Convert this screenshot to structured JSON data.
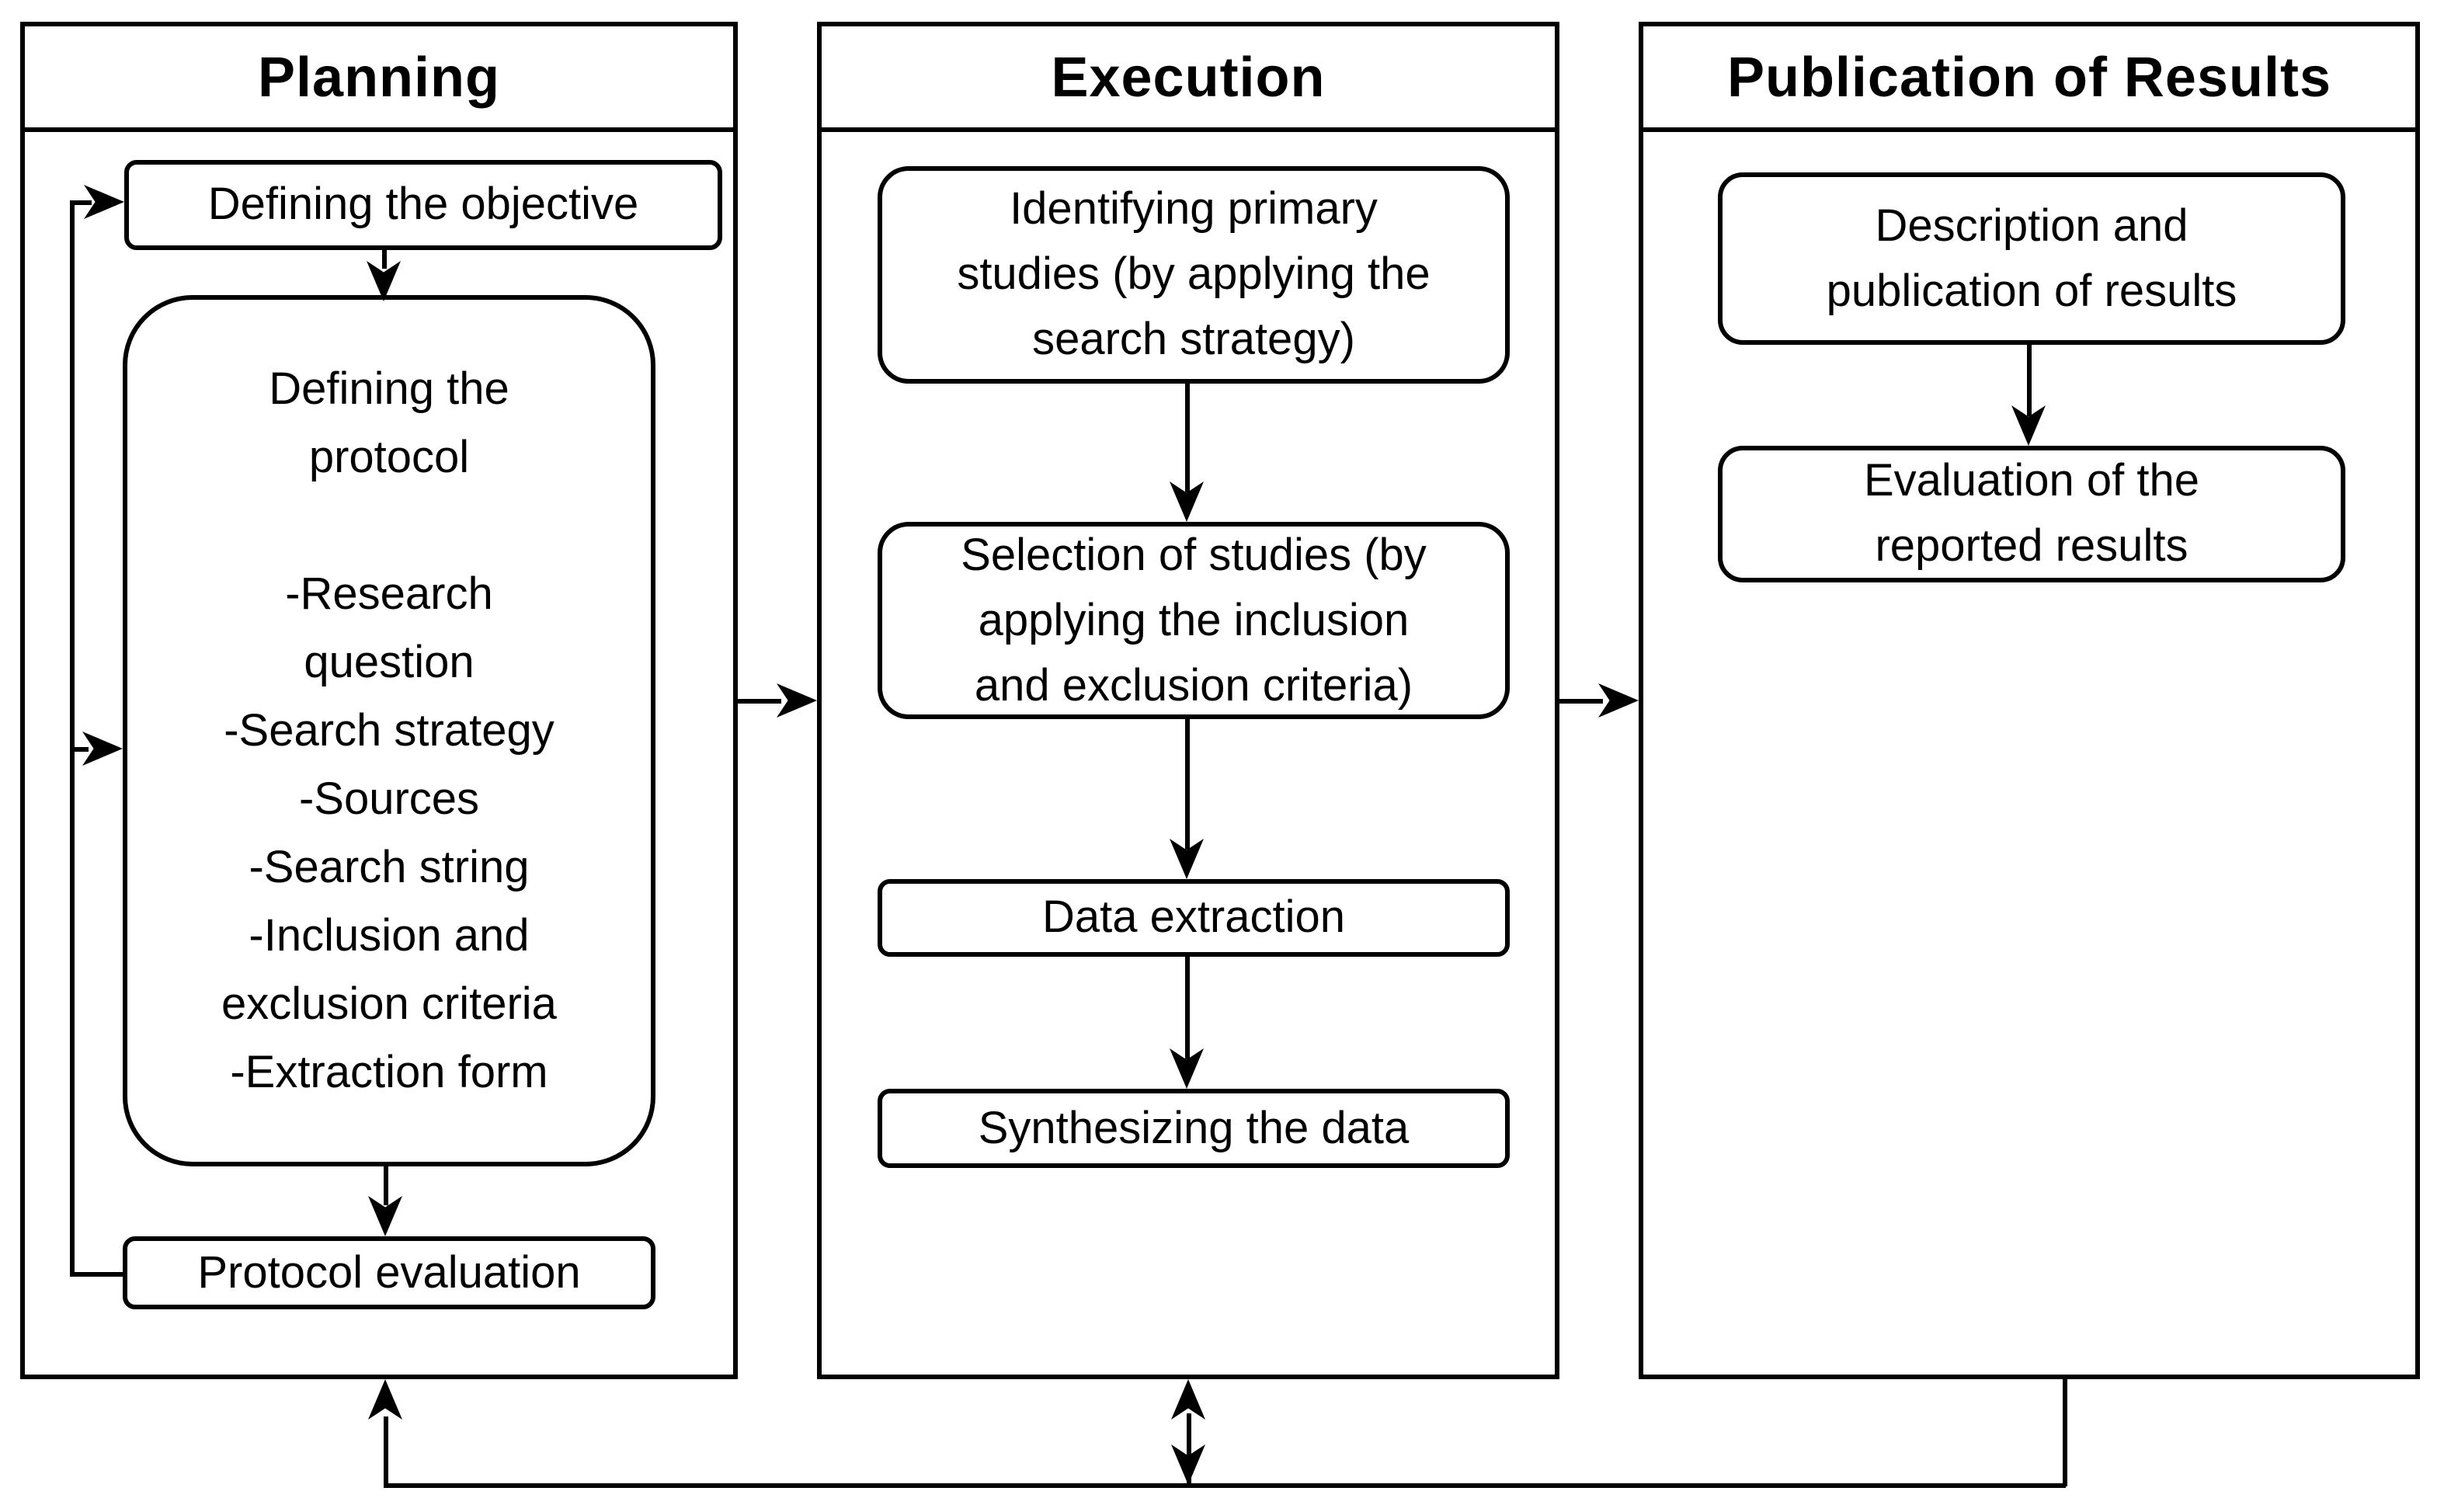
{
  "diagram": {
    "columns": [
      {
        "title": "Planning",
        "objective": "Defining the objective",
        "protocol": "Defining the\nprotocol\n\n-Research\nquestion\n-Search strategy\n-Sources\n-Search string\n-Inclusion and\nexclusion criteria\n-Extraction form",
        "evaluation": "Protocol evaluation"
      },
      {
        "title": "Execution",
        "identify": "Identifying primary\nstudies (by applying the\nsearch strategy)",
        "selection": "Selection of studies (by\napplying the inclusion\nand exclusion criteria)",
        "extraction": "Data extraction",
        "synthesis": "Synthesizing the data"
      },
      {
        "title": "Publication of Results",
        "description": "Description and\npublication of results",
        "evaluation": "Evaluation of the\nreported results"
      }
    ]
  }
}
